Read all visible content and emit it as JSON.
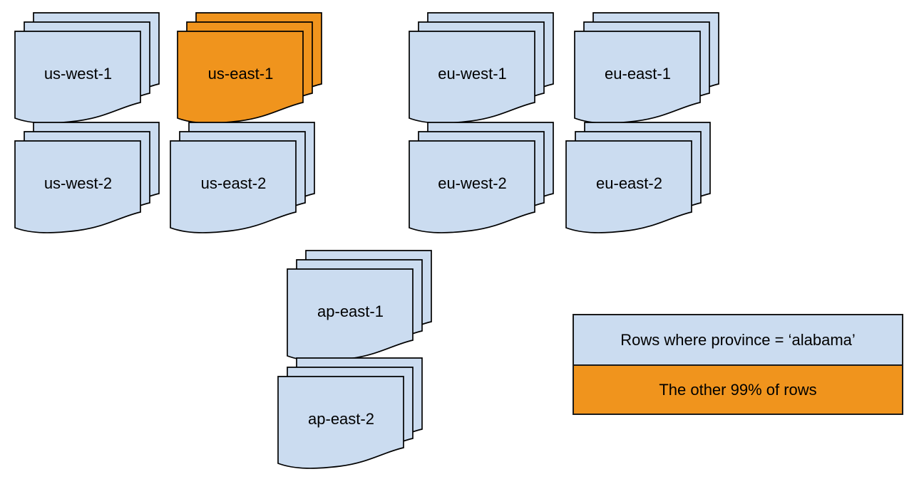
{
  "colors": {
    "partition_fill": "#cbdcf0",
    "highlight_fill": "#f0941d",
    "stroke": "#000000",
    "legend_border": "#1a1a1a",
    "text": "#000000",
    "background": "#ffffff"
  },
  "stacks": [
    {
      "label": "us-west-1",
      "highlighted": false
    },
    {
      "label": "us-east-1",
      "highlighted": true
    },
    {
      "label": "eu-west-1",
      "highlighted": false
    },
    {
      "label": "eu-east-1",
      "highlighted": false
    },
    {
      "label": "us-west-2",
      "highlighted": false
    },
    {
      "label": "us-east-2",
      "highlighted": false
    },
    {
      "label": "eu-west-2",
      "highlighted": false
    },
    {
      "label": "eu-east-2",
      "highlighted": false
    },
    {
      "label": "ap-east-1",
      "highlighted": false
    },
    {
      "label": "ap-east-2",
      "highlighted": false
    }
  ],
  "legend": {
    "items": [
      {
        "label": "Rows where province = ‘alabama’",
        "fill": "partition_fill"
      },
      {
        "label": "The other 99% of rows",
        "fill": "highlight_fill"
      }
    ]
  }
}
